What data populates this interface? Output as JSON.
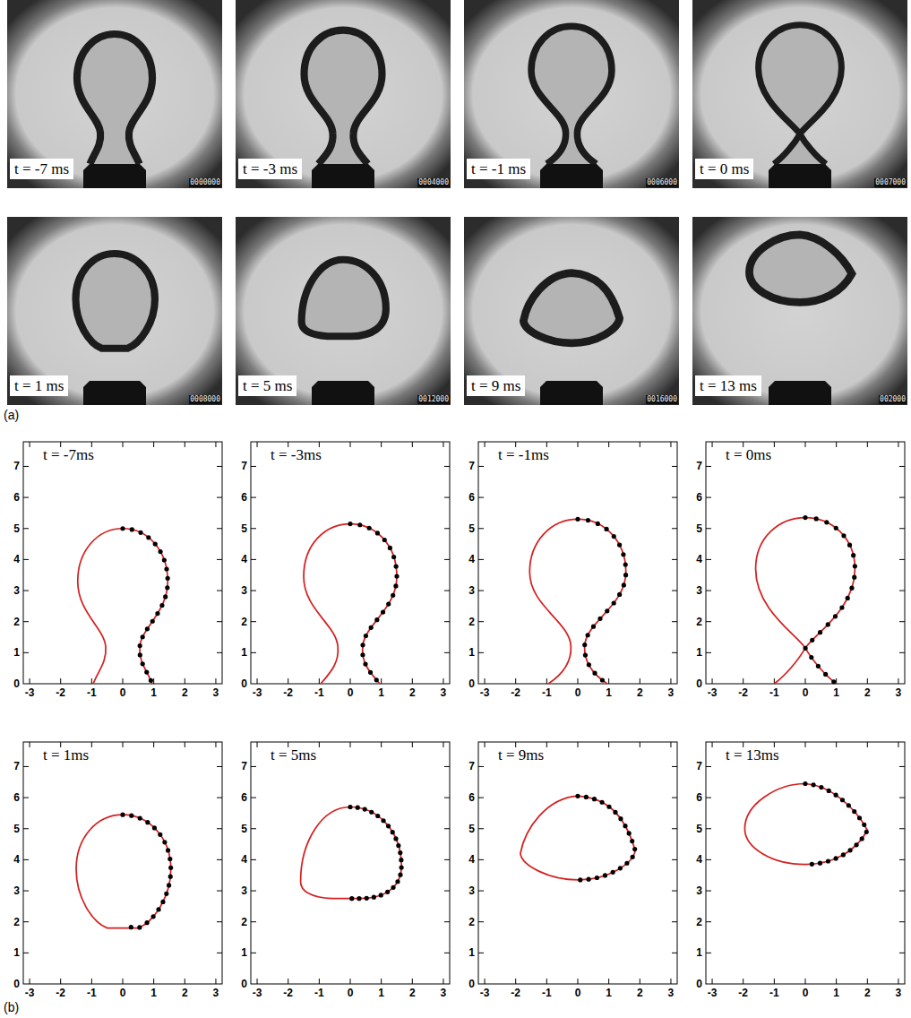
{
  "diagram": {
    "labels": [
      "t = -7 ms",
      "0000000",
      "t = -3 ms",
      "0004000",
      "t = -1 ms",
      "0006000",
      "t = 0 ms",
      "0007000",
      "t = 1 ms",
      "0008000",
      "t = 5 ms",
      "0012000",
      "t = 9 ms",
      "0016000",
      "t = 13 ms",
      "002000",
      "(a)",
      "t = -7ms",
      "0",
      "1",
      "2",
      "3",
      "4",
      "5",
      "6",
      "7",
      "-3",
      "-2",
      "-1",
      "0",
      "1",
      "2",
      "3",
      "t = -3ms",
      "0",
      "1",
      "2",
      "3",
      "4",
      "5",
      "6",
      "7",
      "-3",
      "-2",
      "-1",
      "0",
      "1",
      "2",
      "3",
      "t = -1ms",
      "0",
      "1",
      "2",
      "3",
      "4",
      "5",
      "6",
      "7",
      "-3",
      "-2",
      "-1",
      "0",
      "1",
      "2",
      "3",
      "t = 0ms",
      "0",
      "1",
      "2",
      "3",
      "4",
      "5",
      "6",
      "7",
      "-3",
      "-2",
      "-1",
      "0",
      "1",
      "2",
      "3",
      "t = 1ms",
      "0",
      "1",
      "2",
      "3",
      "4",
      "5",
      "6",
      "7",
      "-3",
      "-2",
      "-1",
      "0",
      "1",
      "2",
      "3",
      "t = 5ms",
      "0",
      "1",
      "2",
      "3",
      "4",
      "5",
      "6",
      "7",
      "-3",
      "-2",
      "-1",
      "0",
      "1",
      "2",
      "3",
      "t = 9ms",
      "0",
      "1",
      "2",
      "3",
      "4",
      "5",
      "6",
      "7",
      "-3",
      "-2",
      "-1",
      "0",
      "1",
      "2",
      "3",
      "t = 13ms",
      "0",
      "1",
      "2",
      "3",
      "4",
      "5",
      "6",
      "7",
      "-3",
      "-2",
      "-1",
      "0",
      "1",
      "2",
      "3",
      "(b)"
    ]
  }
}
